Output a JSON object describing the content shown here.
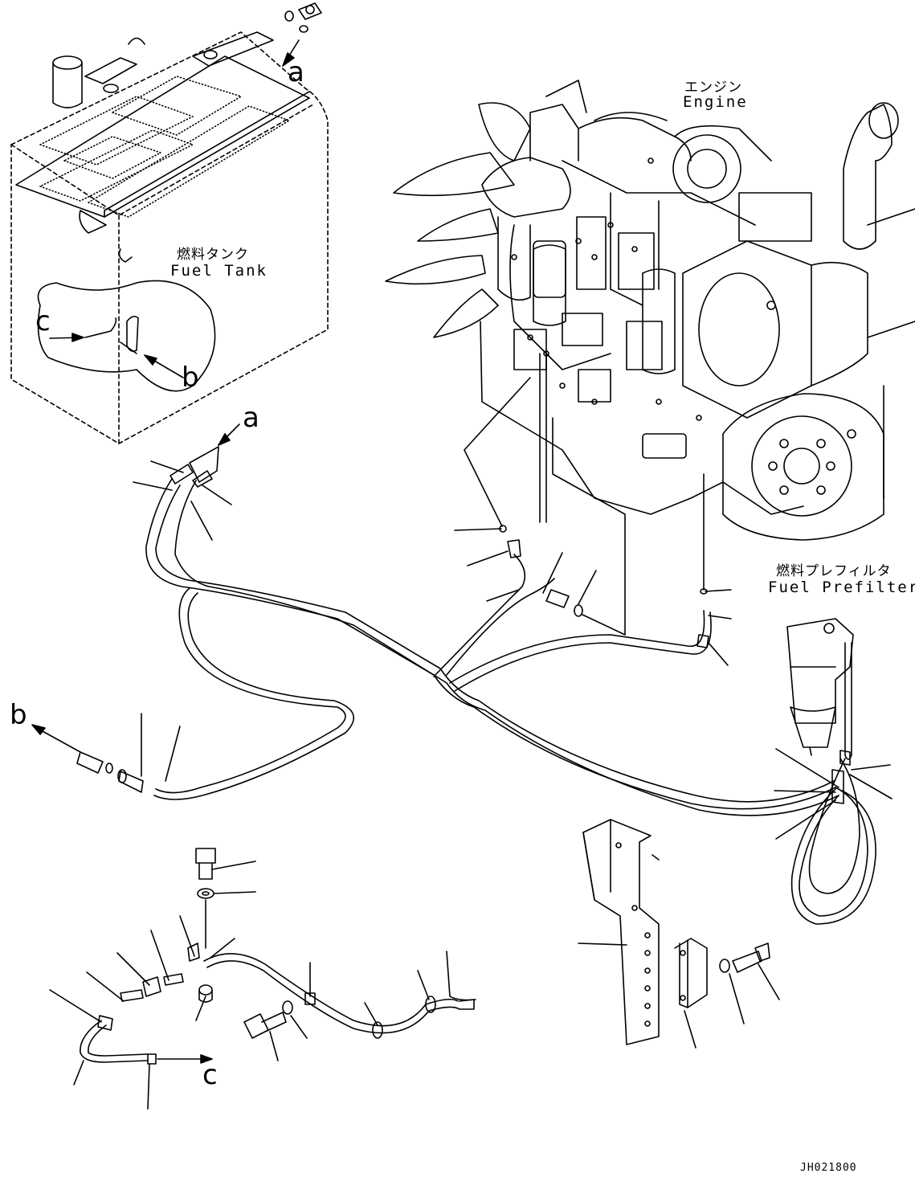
{
  "labels": {
    "engine_jp": "エンジン",
    "engine_en": "Engine",
    "fuel_tank_jp": "燃料タンク",
    "fuel_tank_en": "Fuel Tank",
    "prefilter_jp": "燃料プレフィルタ",
    "prefilter_en": "Fuel Prefilter",
    "drawing_code": "JH021800"
  },
  "refs": {
    "a_top": "a",
    "a_hose": "a",
    "b_tank": "b",
    "b_left": "b",
    "c_tank": "c",
    "c_bottom": "c"
  }
}
